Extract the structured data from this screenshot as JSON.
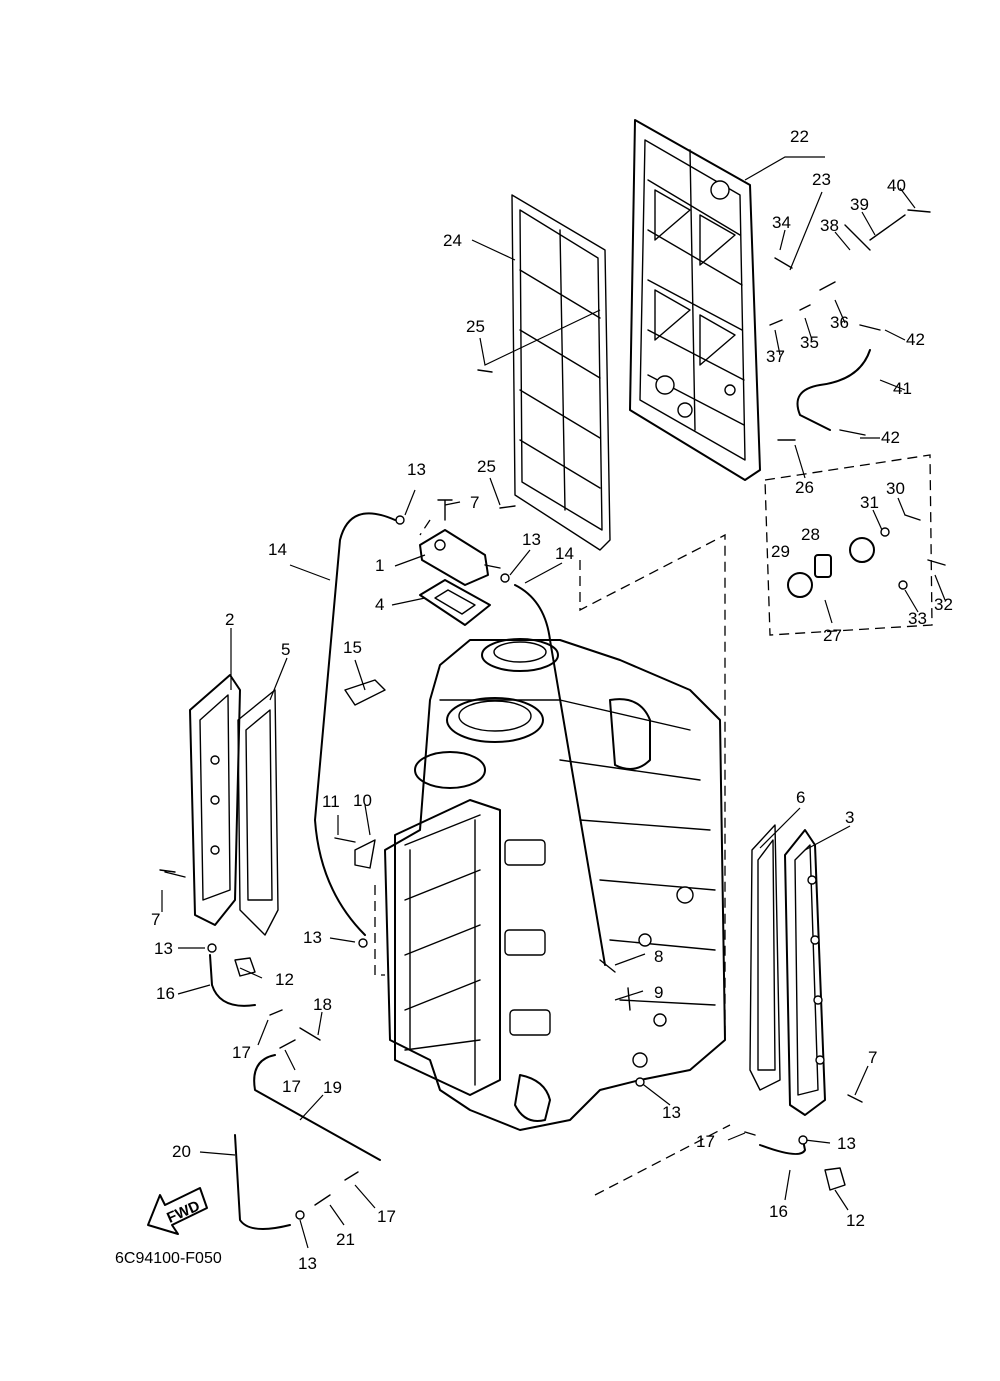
{
  "diagram_code": "6C94100-F050",
  "fwd_label": "FWD",
  "callouts": [
    "1",
    "2",
    "3",
    "4",
    "5",
    "6",
    "7",
    "7",
    "7",
    "8",
    "9",
    "10",
    "11",
    "12",
    "12",
    "13",
    "13",
    "13",
    "13",
    "13",
    "13",
    "13",
    "14",
    "14",
    "15",
    "16",
    "16",
    "17",
    "17",
    "17",
    "17",
    "18",
    "19",
    "20",
    "21",
    "22",
    "23",
    "24",
    "25",
    "25",
    "26",
    "27",
    "28",
    "29",
    "30",
    "31",
    "32",
    "33",
    "34",
    "35",
    "36",
    "37",
    "38",
    "39",
    "40",
    "41",
    "42",
    "42"
  ]
}
